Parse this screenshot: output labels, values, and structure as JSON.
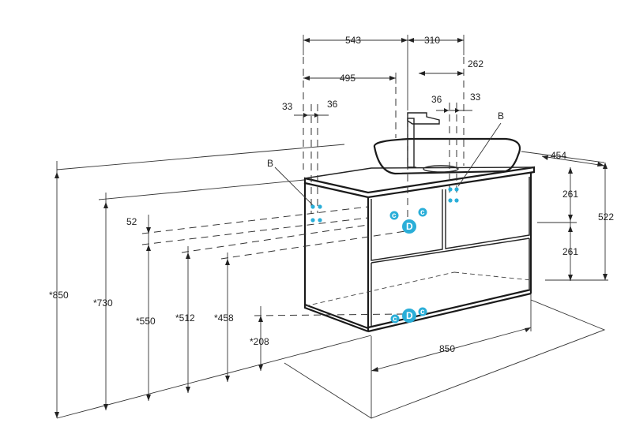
{
  "drawing": {
    "top_dimensions": {
      "d543": "543",
      "d310": "310",
      "d262": "262",
      "d495": "495",
      "d33_left": "33",
      "d36_left": "36",
      "d36_right": "36",
      "d33_right": "33"
    },
    "side_dimensions": {
      "d454": "454",
      "d261_top": "261",
      "d261_bottom": "261",
      "d522": "522"
    },
    "height_dimensions": {
      "h850": "*850",
      "h730": "*730",
      "h550": "*550",
      "h512": "*512",
      "h458": "*458",
      "h208": "*208",
      "d52": "52"
    },
    "bottom_dimensions": {
      "w850": "850"
    },
    "markers": {
      "b_left": "B",
      "b_right": "B",
      "d_label": "D",
      "c_label": "c"
    },
    "colors": {
      "marker": "#2aaed8",
      "lines": "#222222"
    }
  }
}
